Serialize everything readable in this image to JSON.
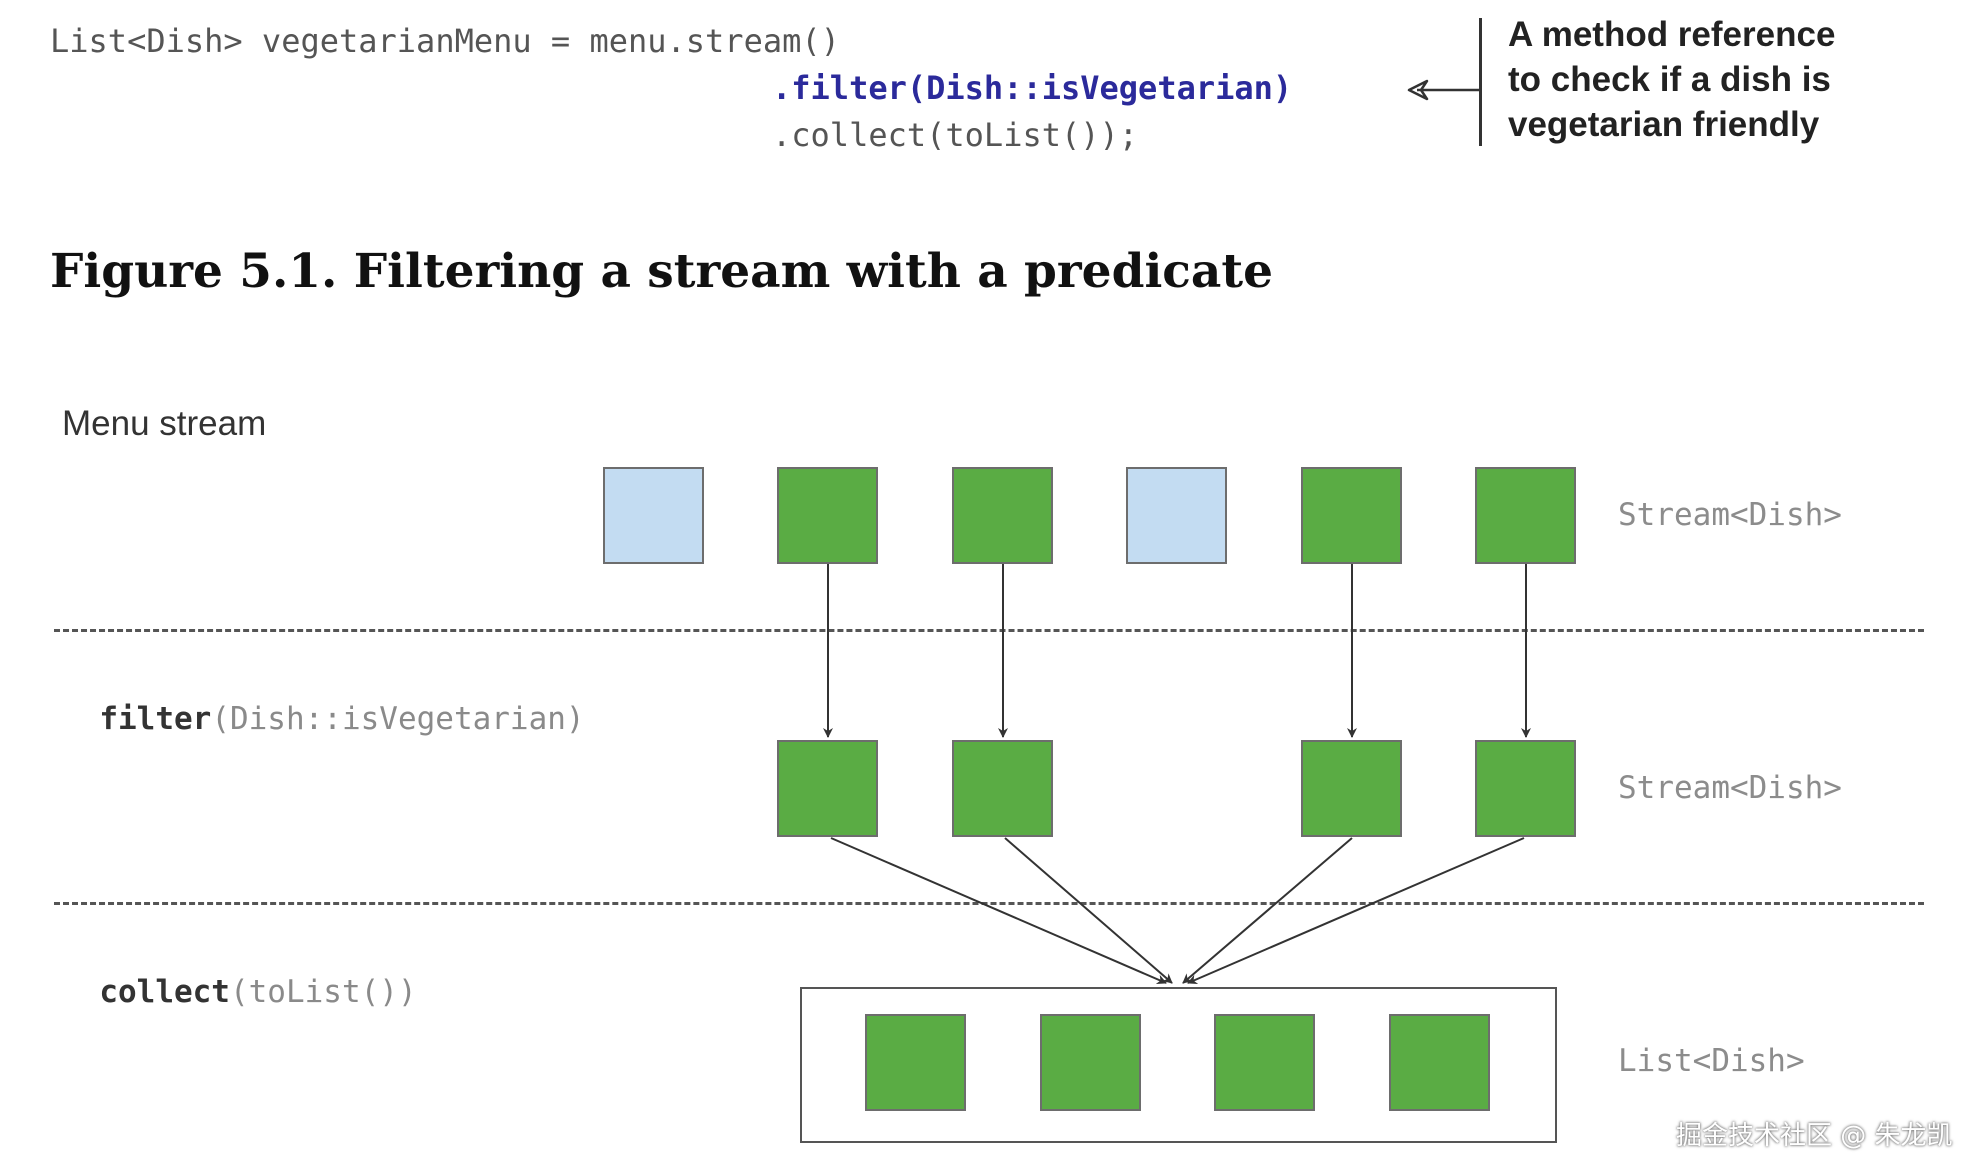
{
  "code": {
    "line1": "List<Dish> vegetarianMenu = menu.stream()",
    "line2": ".filter(Dish::isVegetarian)",
    "line3": ".collect(toList());",
    "annotation": [
      "A method reference",
      "to check if a dish is",
      "vegetarian friendly"
    ]
  },
  "caption": "Figure 5.1. Filtering a stream with a predicate",
  "diagram": {
    "stage1_label": "Menu stream",
    "stage2_keyword": "filter",
    "stage2_args": "(Dish::isVegetarian)",
    "stage3_keyword": "collect",
    "stage3_args": "(toList())",
    "type_stream_1": "Stream<Dish>",
    "type_stream_2": "Stream<Dish>",
    "type_list": "List<Dish>",
    "menu_items": [
      "blue",
      "green",
      "green",
      "blue",
      "green",
      "green"
    ],
    "colors": {
      "vegetarian": "#5aac44",
      "non_vegetarian": "#c3dcf2"
    }
  },
  "watermark": "掘金技术社区 @ 朱龙凯"
}
